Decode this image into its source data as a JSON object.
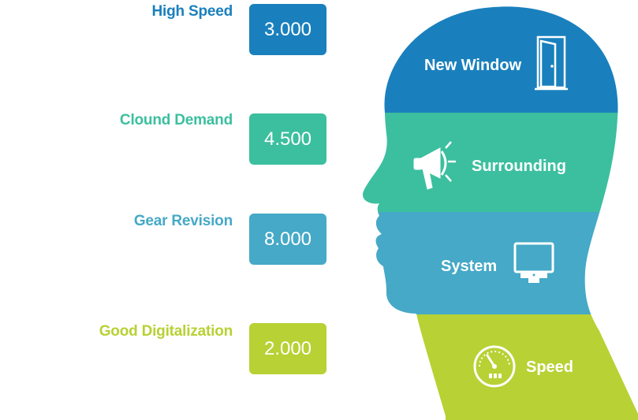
{
  "colors": {
    "blue": "#1a80bd",
    "teal": "#3bbf9f",
    "sky": "#45a9c7",
    "lime": "#b8d134"
  },
  "items": [
    {
      "label": "High Speed",
      "value": "3.000",
      "band": "New Window",
      "icon": "door-icon"
    },
    {
      "label": "Clound Demand",
      "value": "4.500",
      "band": "Surrounding",
      "icon": "megaphone-icon"
    },
    {
      "label": "Gear Revision",
      "value": "8.000",
      "band": "System",
      "icon": "monitor-icon"
    },
    {
      "label": "Good Digitalization",
      "value": "2.000",
      "band": "Speed",
      "icon": "speedometer-icon"
    }
  ]
}
